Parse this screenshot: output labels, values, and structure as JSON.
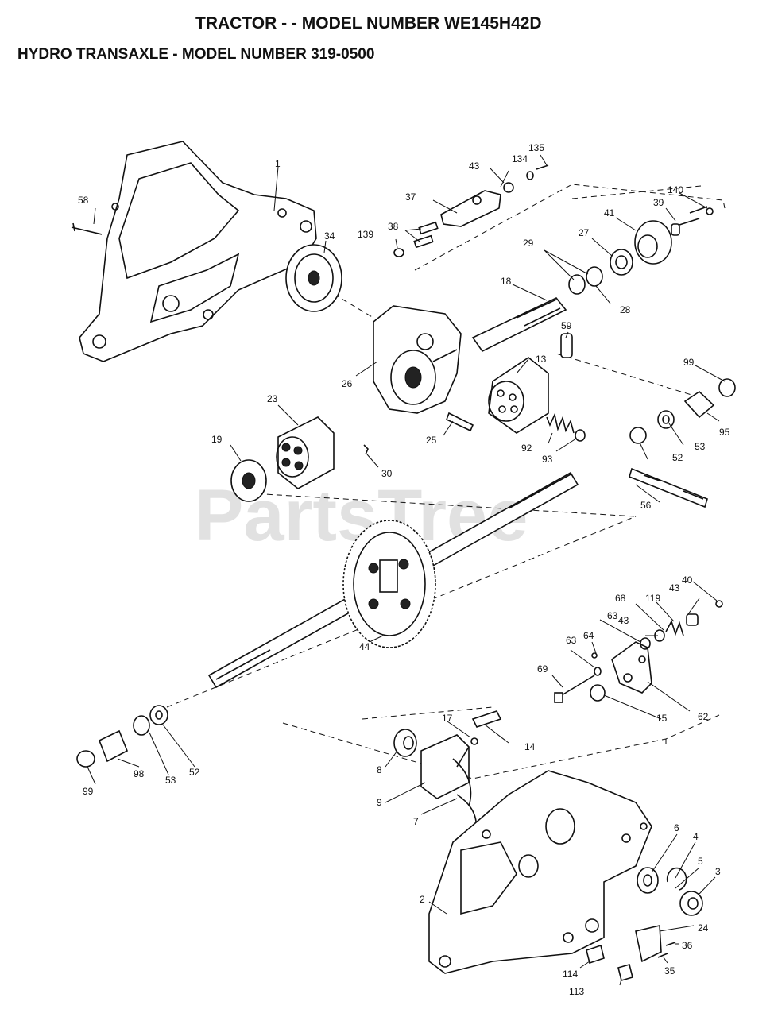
{
  "header": {
    "title": "TRACTOR - - MODEL NUMBER WE145H42D",
    "subtitle": "HYDRO TRANSAXLE - MODEL NUMBER 319-0500"
  },
  "watermark": "PartsTree",
  "callouts": [
    "58",
    "1",
    "34",
    "135",
    "134",
    "43",
    "37",
    "38",
    "139",
    "140",
    "39",
    "41",
    "27",
    "29",
    "28",
    "18",
    "59",
    "26",
    "13",
    "99",
    "23",
    "25",
    "92",
    "93",
    "95",
    "19",
    "30",
    "52",
    "53",
    "56",
    "44",
    "40",
    "43",
    "68",
    "119",
    "63",
    "43",
    "64",
    "63",
    "69",
    "62",
    "15",
    "17",
    "14",
    "8",
    "9",
    "7",
    "99",
    "98",
    "53",
    "52",
    "6",
    "4",
    "5",
    "3",
    "2",
    "24",
    "36",
    "114",
    "35",
    "113"
  ]
}
